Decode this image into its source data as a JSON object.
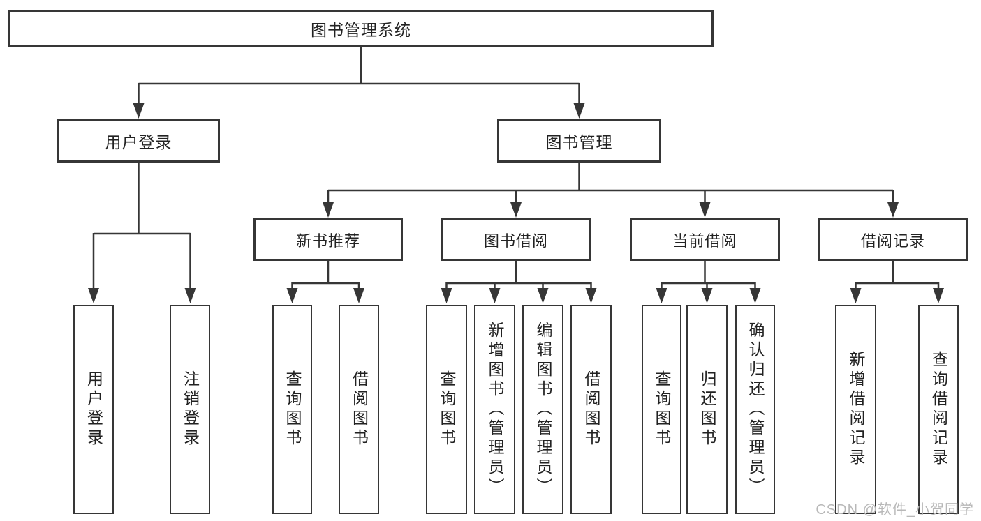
{
  "colors": {
    "line": "#363636",
    "box_border": "#363636",
    "box_fill": "#ffffff",
    "text": "#222222",
    "watermark_text": "#b8b8b8",
    "background": "#ffffff"
  },
  "tree": {
    "root": "图书管理系统",
    "branches": [
      {
        "label": "用户登录",
        "children": [
          "用户登录",
          "注销登录"
        ]
      },
      {
        "label": "图书管理",
        "sections": [
          {
            "label": "新书推荐",
            "children": [
              "查询图书",
              "借阅图书"
            ]
          },
          {
            "label": "图书借阅",
            "children": [
              "查询图书",
              "新增图书（管理员）",
              "编辑图书（管理员）",
              "借阅图书"
            ]
          },
          {
            "label": "当前借阅",
            "children": [
              "查询图书",
              "归还图书",
              "确认归还（管理员）"
            ]
          },
          {
            "label": "借阅记录",
            "children": [
              "新增借阅记录",
              "查询借阅记录"
            ]
          }
        ]
      }
    ]
  },
  "watermark": {
    "text": "CSDN @软件_小贺同学"
  }
}
